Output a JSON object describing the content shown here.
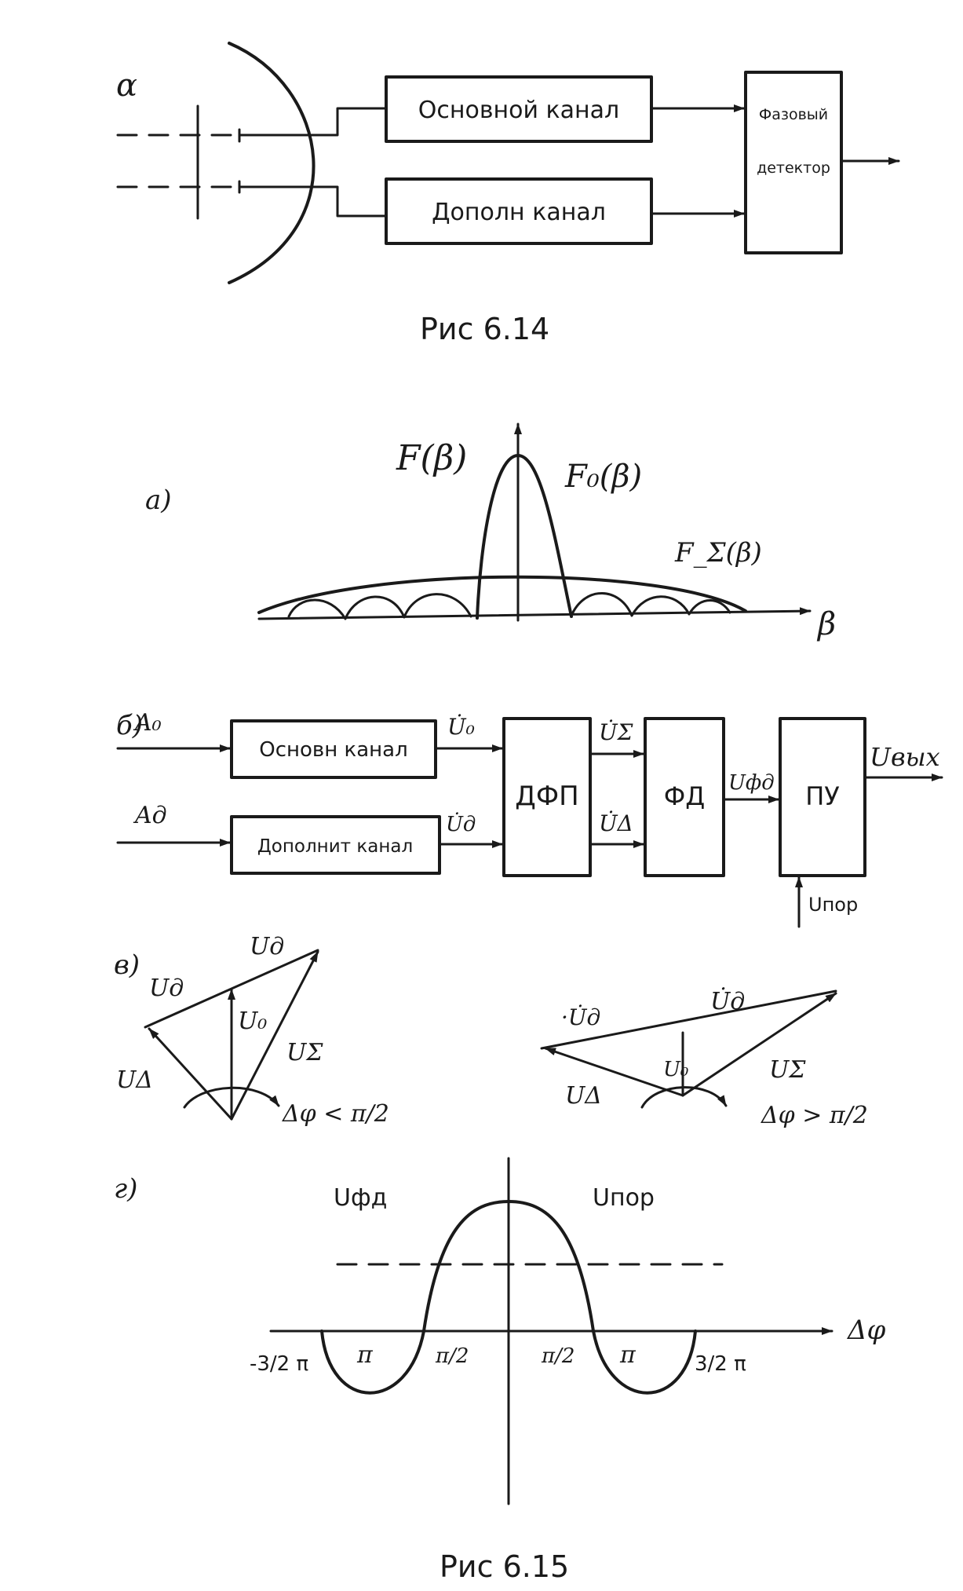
{
  "fig614": {
    "main_channel": "Основной канал",
    "aux_channel": "Дополн канал",
    "phase_detector_line1": "Фазовый",
    "phase_detector_line2": "детектор",
    "alpha": "α",
    "caption": "Рис 6.14"
  },
  "fig615a": {
    "label": "а)",
    "y_label": "F(β)",
    "curve_main": "F₀(β)",
    "curve_sum": "F_Σ(β)",
    "x_label": "β"
  },
  "fig615b": {
    "label": "б)",
    "input_main": "A₀",
    "input_aux": "Aд",
    "block_main": "Основн канал",
    "block_aux": "Дополнит канал",
    "sig_main": "U̇₀",
    "sig_aux": "U̇д",
    "block_dfp": "ДФП",
    "sig_sum": "U̇Σ",
    "sig_diff": "U̇Δ",
    "block_fd": "ФД",
    "sig_fd": "Uфд",
    "block_pu": "ПУ",
    "output": "Uвых",
    "threshold": "Uпор"
  },
  "fig615v": {
    "label": "в)",
    "left": {
      "ud_top": "Uд",
      "ud_left": "Uд",
      "u0": "U₀",
      "usum": "UΣ",
      "udiff": "UΔ",
      "cond": "Δφ < π/2"
    },
    "right": {
      "ud_top": "U̇д",
      "ud_left": "·U̇д",
      "u0": "U₀",
      "usum": "UΣ",
      "udiff": "UΔ",
      "cond": "Δφ > π/2"
    }
  },
  "fig615g": {
    "label": "г)",
    "y_label": "Uфд",
    "threshold": "Uпор",
    "x_label": "Δφ",
    "tick_m32": "-3/2 π",
    "tick_mpi": "π",
    "tick_mhalf": "π/2",
    "tick_phalf": "π/2",
    "tick_ppi": "π",
    "tick_p32": "3/2 π"
  },
  "caption615": "Рис 6.15"
}
